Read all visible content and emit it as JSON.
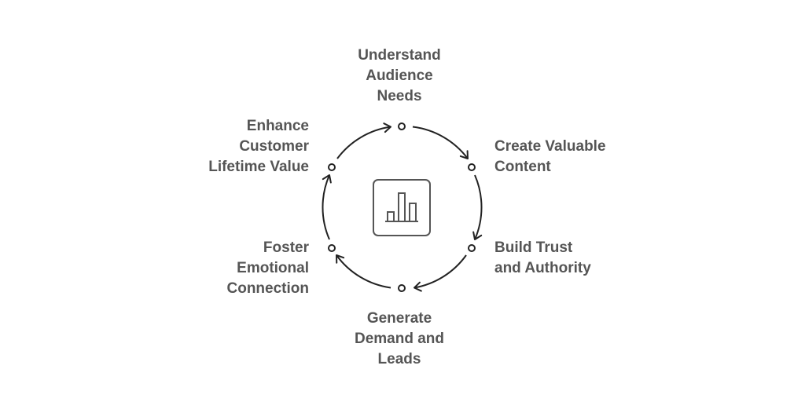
{
  "diagram": {
    "steps": [
      {
        "label": "Understand\nAudience\nNeeds"
      },
      {
        "label": "Create Valuable\nContent"
      },
      {
        "label": "Build Trust\nand Authority"
      },
      {
        "label": "Generate\nDemand and\nLeads"
      },
      {
        "label": "Foster\nEmotional\nConnection"
      },
      {
        "label": "Enhance\nCustomer\nLifetime Value"
      }
    ],
    "center_icon": "bar-chart-icon",
    "colors": {
      "text": "#555555",
      "stroke": "#222222",
      "icon": "#555555"
    }
  }
}
